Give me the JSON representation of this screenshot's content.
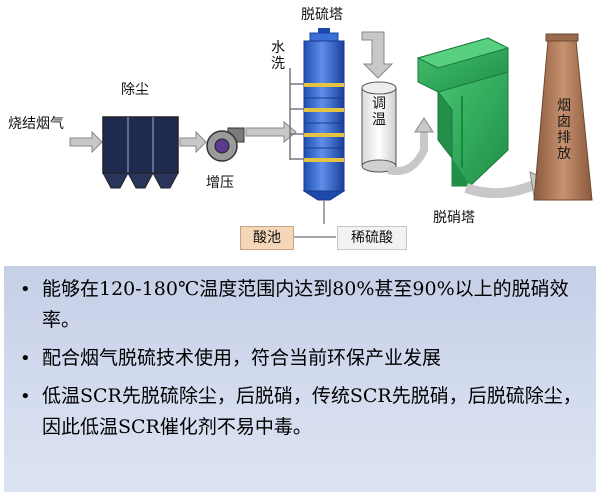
{
  "diagram": {
    "labels": {
      "flue_gas": "烧结烟气",
      "dust_removal": "除尘",
      "pressurize": "增压",
      "water_wash": "水洗",
      "desulfurization_tower": "脱硫塔",
      "temp_adjust": "调温",
      "denitration_tower": "脱硝塔",
      "chimney": "烟囱排放",
      "acid_pool": "酸池",
      "dilute_acid": "稀硫酸"
    },
    "colors": {
      "tower_blue": "#2f63c9",
      "tower_band": "#e3c33f",
      "scr_green": "#2fae5b",
      "chimney_brown": "#b07a55",
      "acid_pool_fill": "#f6d6b8",
      "arrow_gray": "#bdbdbd"
    }
  },
  "panel": {
    "bullets": [
      "能够在120-180℃温度范围内达到80%甚至90%以上的脱硝效率。",
      "配合烟气脱硫技术使用，符合当前环保产业发展",
      "低温SCR先脱硫除尘，后脱硝，传统SCR先脱硝，后脱硫除尘，因此低温SCR催化剂不易中毒。"
    ]
  }
}
